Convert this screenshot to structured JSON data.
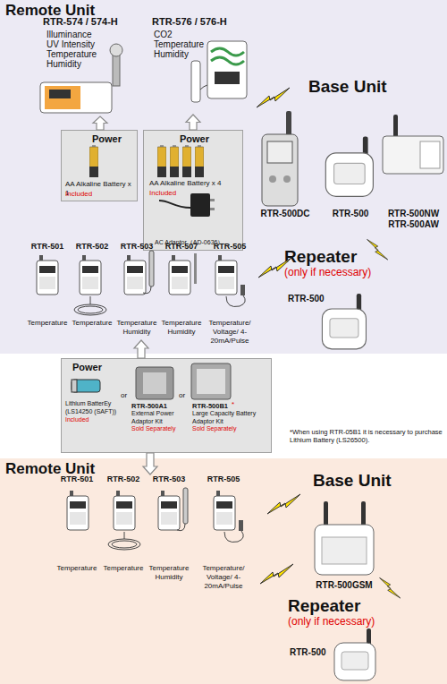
{
  "diagram": {
    "nodes": [
      {
        "text": [
          "Remote Unit"
        ]
      },
      {
        "text": [
          "RTR-574 / 574-H",
          "Illuminance UV Intensity Temperature Humidity"
        ],
        "in": 0
      },
      {
        "text": [
          "RTR-576 / 576-H",
          "CO2 Temperature Humidity"
        ],
        "in": 0
      },
      {
        "text": [
          "Power",
          "AA Alkaline Battery x 1",
          "Included"
        ],
        "in": 0
      },
      {
        "text": [
          "Power",
          "AA Alkaline Battery x 4",
          "Included",
          "AC Adaptor（AD-0636）"
        ],
        "in": 0
      },
      {
        "text": [
          "RTR-500DC"
        ],
        "in": 0
      },
      {
        "text": [
          "RTR-500"
        ],
        "in": 0
      },
      {
        "text": [
          "RTR-500NW RTR-500AW"
        ],
        "in": 0
      },
      {
        "text": [
          "RTR-501",
          "Temperature"
        ],
        "in": 0
      },
      {
        "text": [
          "RTR-502",
          "Temperature"
        ],
        "in": 0
      },
      {
        "text": [
          "RTR-503",
          "Temperature Humidity"
        ],
        "in": 0
      },
      {
        "text": [
          "RTR-507",
          "Temperature Humidity"
        ],
        "in": 0
      },
      {
        "text": [
          "RTR-505",
          "Temperature/ Voltage/ 4-20mA/Pulse"
        ],
        "in": 0
      },
      {
        "text": [
          "RTR-500"
        ],
        "in": 0
      },
      {
        "text": [
          "Power",
          "Lithium BatterEy (LS14250 (SAFT))",
          "Included",
          "or",
          "RTR-500A1",
          "External Power Adaptor Kit",
          "Sold Separately",
          "or",
          "RTR-500B1",
          "*",
          "Large Capacity Battery Adaptor Kit",
          "Sold Separately"
        ]
      },
      {
        "text": [
          "Remote Unit"
        ]
      },
      {
        "text": [
          "RTR-501",
          "Temperature"
        ],
        "in": 15
      },
      {
        "text": [
          "RTR-502",
          "Temperature"
        ],
        "in": 15
      },
      {
        "text": [
          "RTR-503",
          "Temperature Humidity"
        ],
        "in": 15
      },
      {
        "text": [
          "RTR-505",
          "Temperature/ Voltage/ 4-20mA/Pulse"
        ],
        "in": 15
      },
      {
        "text": [
          "RTR-500GSM"
        ],
        "in": 15
      },
      {
        "text": [
          "RTR-500"
        ],
        "in": 15
      }
    ],
    "edges": [
      {
        "from": 3,
        "to": 1,
        "arrow": "to"
      },
      {
        "from": 4,
        "to": 2,
        "arrow": "to"
      },
      {
        "from": 14,
        "to": 10,
        "arrow": "to"
      },
      {
        "from": 14,
        "to": 18,
        "arrow": "to"
      }
    ],
    "labels": [
      "Base Unit",
      "Repeater",
      "(only if necessary)",
      "*When using RTR-05B1 it is necessary to purchase Lithium Battery (LS26500).",
      "Base Unit",
      "Repeater",
      "(only if necessary)"
    ]
  }
}
